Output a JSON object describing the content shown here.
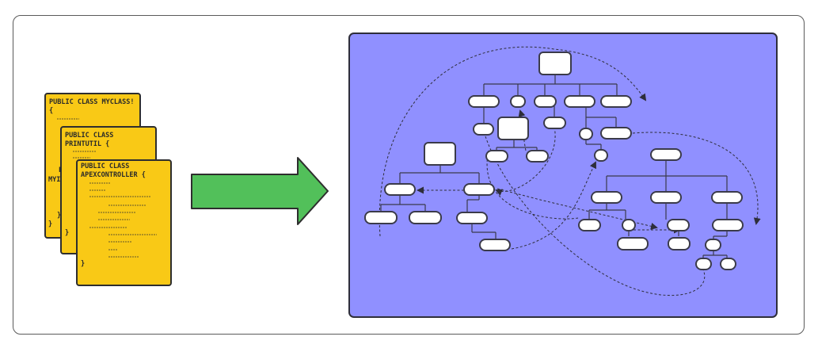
{
  "documents": [
    {
      "header_lines": [
        "PUBLIC CLASS MYCLASS!",
        "{"
      ],
      "partial_lines": [
        "F",
        "MYI"
      ],
      "closing": [
        "}",
        "}"
      ]
    },
    {
      "header_lines": [
        "PUBLIC CLASS",
        "PRINTUTIL {"
      ],
      "closing": [
        "}"
      ]
    },
    {
      "header_lines": [
        "PUBLIC CLASS",
        "APEXCONTROLLER {"
      ],
      "closing": [
        "}"
      ]
    }
  ],
  "colors": {
    "document_fill": "#f9c916",
    "arrow_fill": "#52c05a",
    "panel_fill": "#9090ff",
    "node_fill": "#ffffff",
    "stroke": "#3b3b4a"
  },
  "icons": {
    "arrow": "right-arrow-icon"
  }
}
